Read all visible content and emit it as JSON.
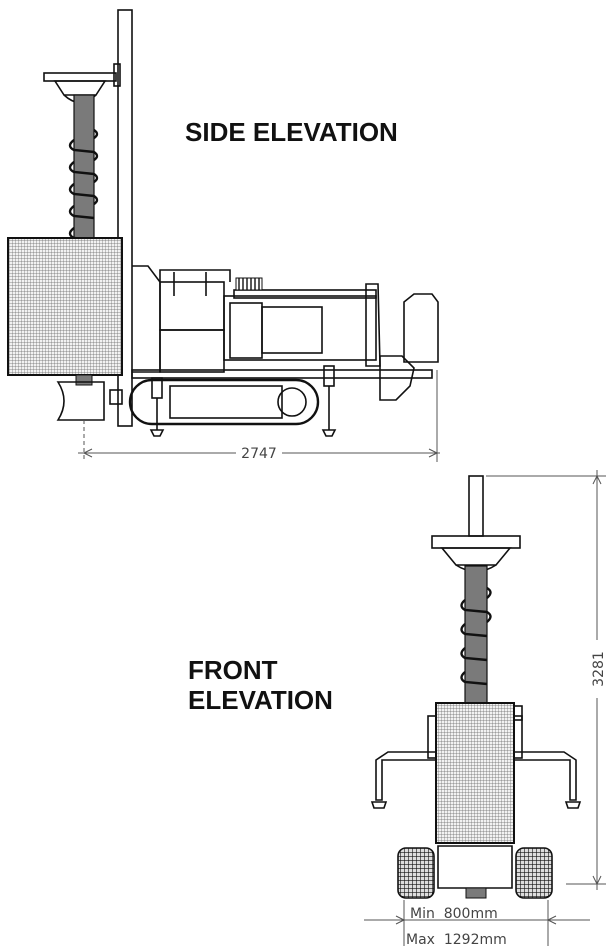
{
  "labels": {
    "side_elevation": "SIDE ELEVATION",
    "front_elevation_line1": "FRONT",
    "front_elevation_line2": "ELEVATION"
  },
  "dimensions": {
    "length": "2747",
    "height": "3281",
    "width_min": "Min  800mm",
    "width_max": "Max  1292mm"
  }
}
